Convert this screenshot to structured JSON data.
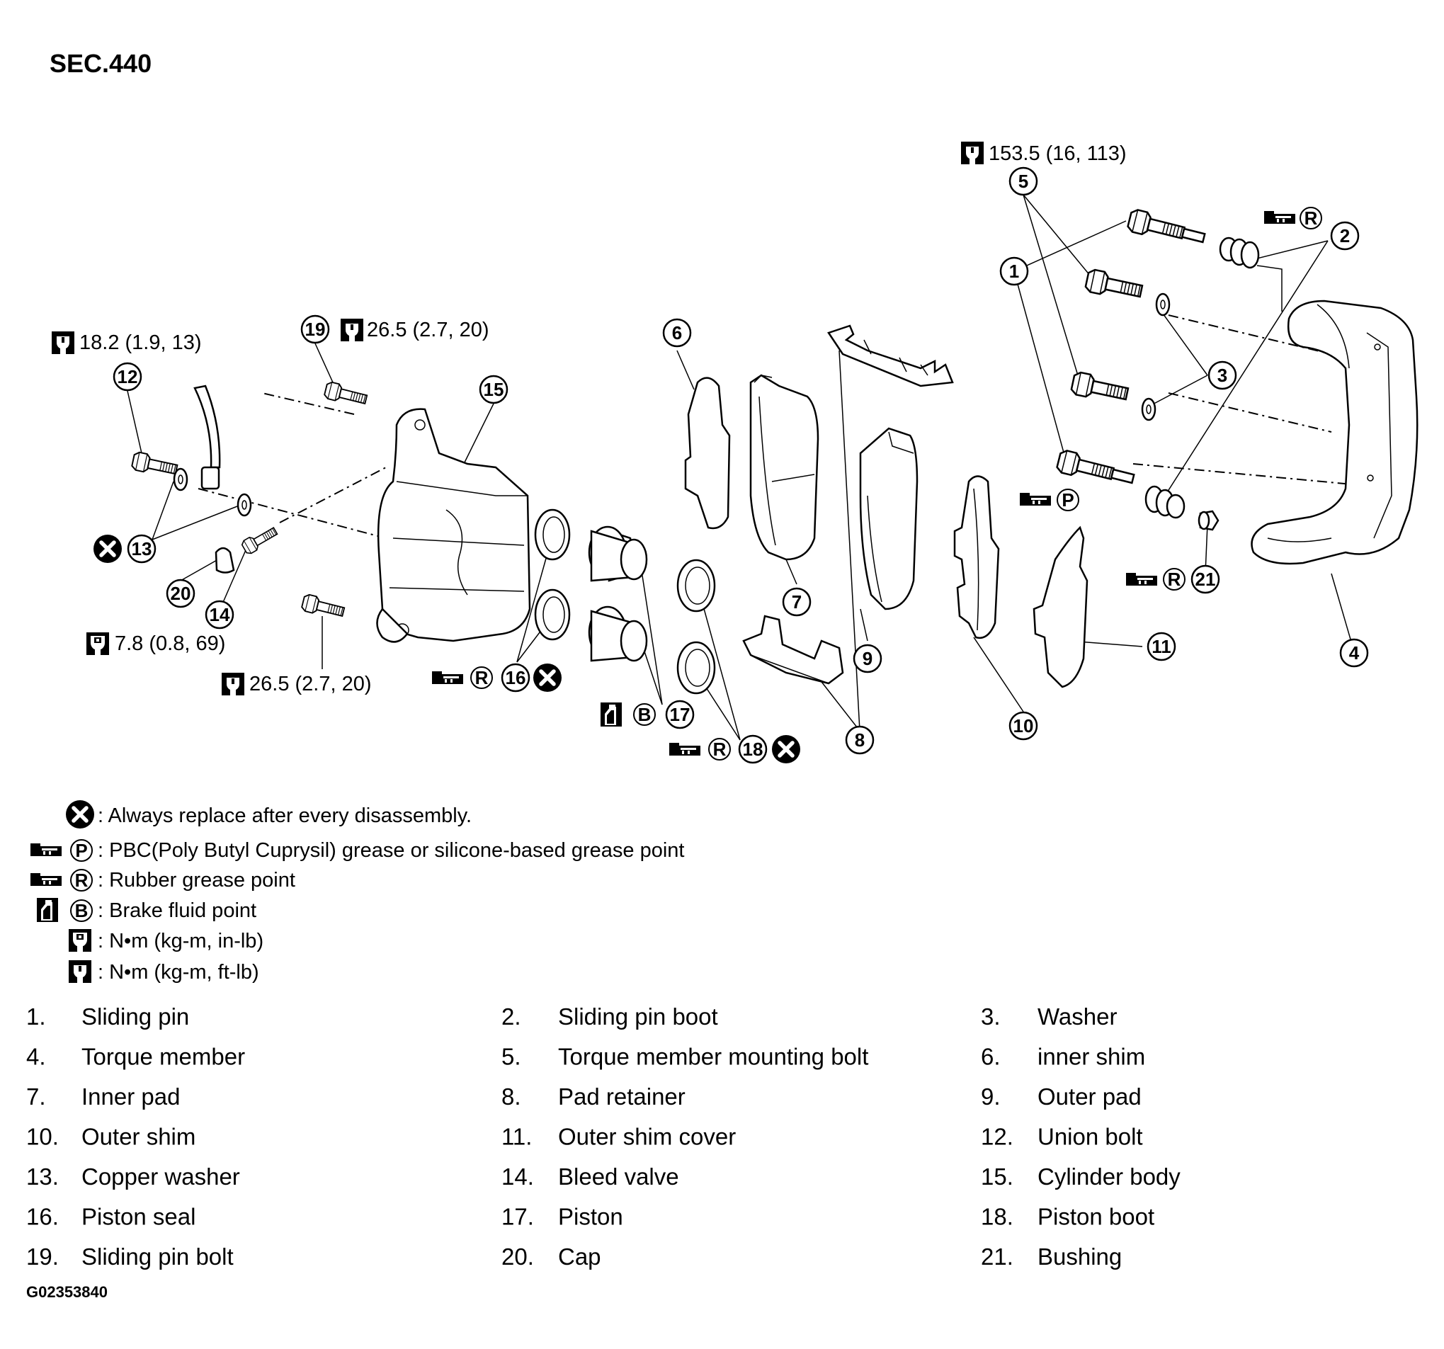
{
  "section": "SEC.440",
  "figure_code": "G02353840",
  "torque_specs": {
    "t5": "153.5 (16, 113)",
    "t12": "18.2 (1.9, 13)",
    "t19": "26.5 (2.7, 20)",
    "t14": "7.8 (0.8, 69)",
    "t_lower": "26.5 (2.7, 20)"
  },
  "grease_labels": {
    "r": "R",
    "p": "P",
    "b": "B"
  },
  "callouts": [
    "1",
    "2",
    "3",
    "4",
    "5",
    "6",
    "7",
    "8",
    "9",
    "10",
    "11",
    "12",
    "13",
    "14",
    "15",
    "16",
    "17",
    "18",
    "19",
    "20",
    "21"
  ],
  "legend": [
    {
      "text": ": Always replace after every disassembly."
    },
    {
      "text": ": PBC(Poly Butyl Cuprysil) grease or silicone-based grease point"
    },
    {
      "text": ": Rubber grease point"
    },
    {
      "text": ": Brake fluid point"
    },
    {
      "text": ":  N•m  (kg-m,  in-lb)"
    },
    {
      "text": ":  N•m  (kg-m,  ft-lb)"
    }
  ],
  "parts": [
    {
      "num": "1.",
      "name": "Sliding pin"
    },
    {
      "num": "2.",
      "name": "Sliding pin boot"
    },
    {
      "num": "3.",
      "name": "Washer"
    },
    {
      "num": "4.",
      "name": "Torque member"
    },
    {
      "num": "5.",
      "name": "Torque member mounting bolt"
    },
    {
      "num": "6.",
      "name": "inner shim"
    },
    {
      "num": "7.",
      "name": "Inner pad"
    },
    {
      "num": "8.",
      "name": "Pad retainer"
    },
    {
      "num": "9.",
      "name": "Outer pad"
    },
    {
      "num": "10.",
      "name": "Outer shim"
    },
    {
      "num": "11.",
      "name": "Outer shim cover"
    },
    {
      "num": "12.",
      "name": "Union bolt"
    },
    {
      "num": "13.",
      "name": "Copper washer"
    },
    {
      "num": "14.",
      "name": "Bleed valve"
    },
    {
      "num": "15.",
      "name": "Cylinder body"
    },
    {
      "num": "16.",
      "name": "Piston seal"
    },
    {
      "num": "17.",
      "name": "Piston"
    },
    {
      "num": "18.",
      "name": "Piston boot"
    },
    {
      "num": "19.",
      "name": "Sliding pin bolt"
    },
    {
      "num": "20.",
      "name": "Cap"
    },
    {
      "num": "21.",
      "name": "Bushing"
    }
  ]
}
